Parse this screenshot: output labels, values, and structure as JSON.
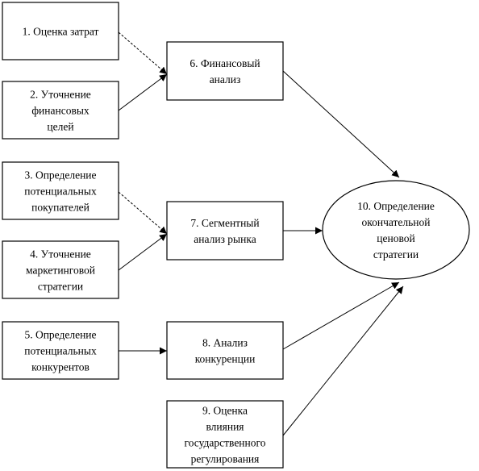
{
  "nodes": [
    {
      "id": "n1",
      "lines": [
        "1. Оценка затрат"
      ]
    },
    {
      "id": "n2",
      "lines": [
        "2. Уточнение",
        "финансовых",
        "целей"
      ]
    },
    {
      "id": "n3",
      "lines": [
        "3. Определение",
        "потенциальных",
        "покупателей"
      ]
    },
    {
      "id": "n4",
      "lines": [
        "4. Уточнение",
        "маркетинговой",
        "стратегии"
      ]
    },
    {
      "id": "n5",
      "lines": [
        "5. Определение",
        "потенциальных",
        "конкурентов"
      ]
    },
    {
      "id": "n6",
      "lines": [
        "6. Финансовый",
        "анализ"
      ]
    },
    {
      "id": "n7",
      "lines": [
        "7. Сегментный",
        "анализ рынка"
      ]
    },
    {
      "id": "n8",
      "lines": [
        "8. Анализ",
        "конкуренции"
      ]
    },
    {
      "id": "n9",
      "lines": [
        "9. Оценка",
        "влияния",
        "государственного",
        "регулирования"
      ]
    },
    {
      "id": "n10",
      "lines": [
        "10. Определение",
        "окончательной",
        "ценовой",
        "стратегии"
      ]
    }
  ],
  "edges": [
    {
      "from": "n1",
      "to": "n6",
      "style": "dashed"
    },
    {
      "from": "n2",
      "to": "n6",
      "style": "solid"
    },
    {
      "from": "n3",
      "to": "n7",
      "style": "dashed"
    },
    {
      "from": "n4",
      "to": "n7",
      "style": "solid"
    },
    {
      "from": "n5",
      "to": "n8",
      "style": "solid"
    },
    {
      "from": "n6",
      "to": "n10",
      "style": "solid"
    },
    {
      "from": "n7",
      "to": "n10",
      "style": "solid"
    },
    {
      "from": "n8",
      "to": "n10",
      "style": "solid"
    },
    {
      "from": "n9",
      "to": "n10",
      "style": "solid"
    }
  ]
}
